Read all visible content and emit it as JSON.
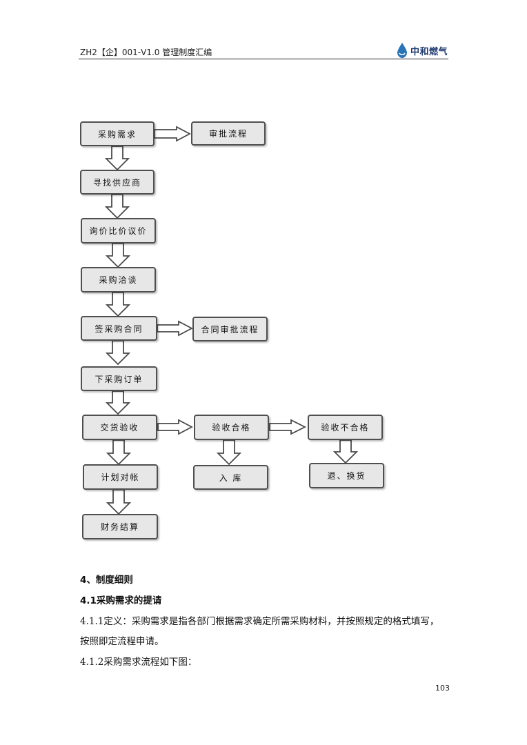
{
  "header": {
    "doc_title": "ZH2【企】001-V1.0 管理制度汇编",
    "logo_text": "中和燃气"
  },
  "flowchart": {
    "nodes": {
      "purchase_demand": "采购需求",
      "approval_flow": "审批流程",
      "find_supplier": "寻找供应商",
      "inquiry_compare": "询价比价议价",
      "negotiation": "采购洽谈",
      "sign_contract": "签采购合同",
      "contract_approval": "合同审批流程",
      "place_order": "下采购订单",
      "delivery_acceptance": "交货验收",
      "inspection_pass": "验收合格",
      "inspection_fail": "验收不合格",
      "plan_reconcile": "计划对帐",
      "warehouse_in": "入  库",
      "return_exchange": "退、换货",
      "finance_settlement": "财务结算"
    }
  },
  "content": {
    "section_4": "4、制度细则",
    "section_4_1": "4.1采购需求的提请",
    "para_4_1_1_line1": "4.1.1定义：采购需求是指各部门根据需求确定所需采购材料，并按照规定的格式填写，",
    "para_4_1_1_line2": "按照即定流程申请。",
    "para_4_1_2": "4.1.2采购需求流程如下图："
  },
  "footer": {
    "page_number": "103"
  },
  "colors": {
    "box_fill": "#e7e7e7",
    "box_border": "#4f4f4f",
    "logo_blue": "#1e3a6e"
  }
}
